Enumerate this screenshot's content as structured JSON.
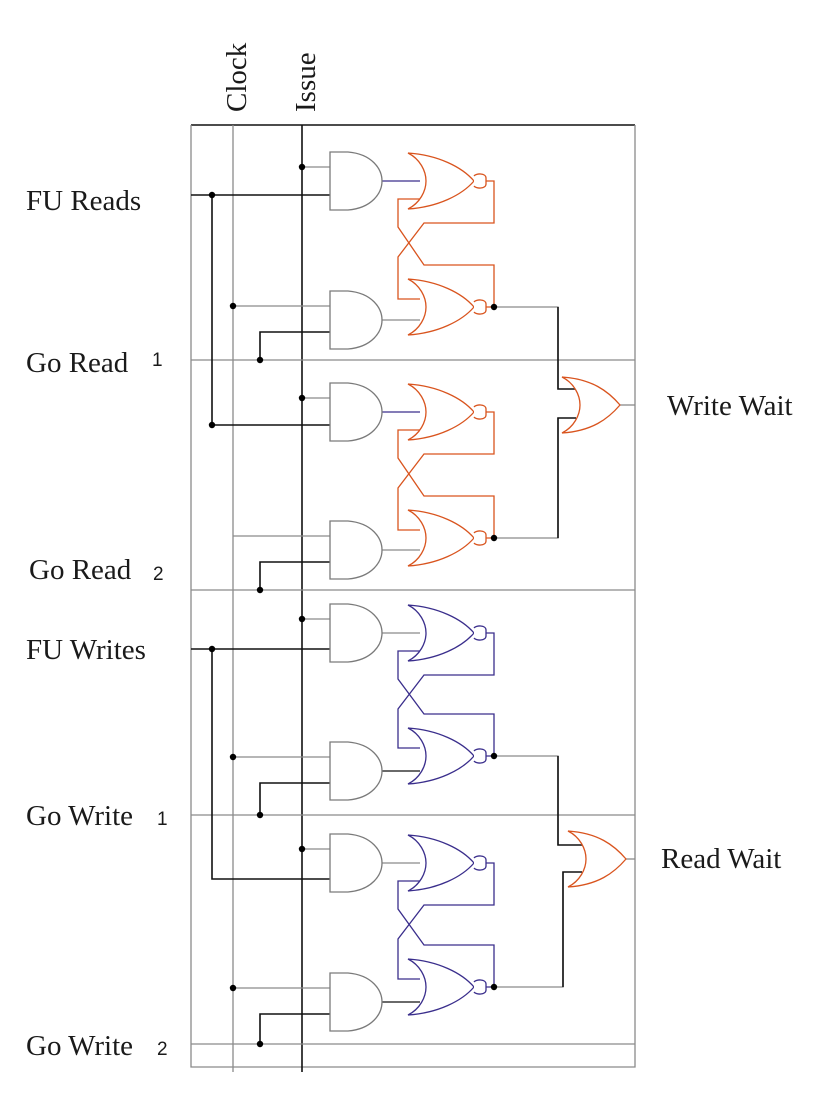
{
  "figure": {
    "title": "Scoreboard wait logic (Write Wait / Read Wait)",
    "top_labels": [
      {
        "id": "clock",
        "text": "Clock"
      },
      {
        "id": "issue",
        "text": "Issue"
      }
    ],
    "left_labels": [
      {
        "id": "fu-reads",
        "text": "FU Reads",
        "sub": ""
      },
      {
        "id": "go-read-1",
        "text": "Go Read",
        "sub": "1"
      },
      {
        "id": "go-read-2",
        "text": "Go Read",
        "sub": "2"
      },
      {
        "id": "fu-writes",
        "text": "FU Writes",
        "sub": ""
      },
      {
        "id": "go-write-1",
        "text": "Go Write",
        "sub": "1"
      },
      {
        "id": "go-write-2",
        "text": "Go Write",
        "sub": "2"
      }
    ],
    "outputs": [
      {
        "id": "write-wait",
        "text": "Write Wait"
      },
      {
        "id": "read-wait",
        "text": "Read Wait"
      }
    ],
    "blocks": [
      {
        "id": "write-wait-block",
        "latch_count": 2,
        "gate_color": "#d9541e",
        "output": "Write Wait"
      },
      {
        "id": "read-wait-block",
        "latch_count": 2,
        "gate_color": "#3a2e8c",
        "output": "Read Wait"
      }
    ],
    "colors": {
      "wire_gray": "#8a8a8a",
      "wire_black": "#111111",
      "and_gate": "#7a7a7a",
      "nor_red": "#d9541e",
      "nor_blue": "#3a2e8c",
      "or_output": "#d9541e"
    }
  }
}
